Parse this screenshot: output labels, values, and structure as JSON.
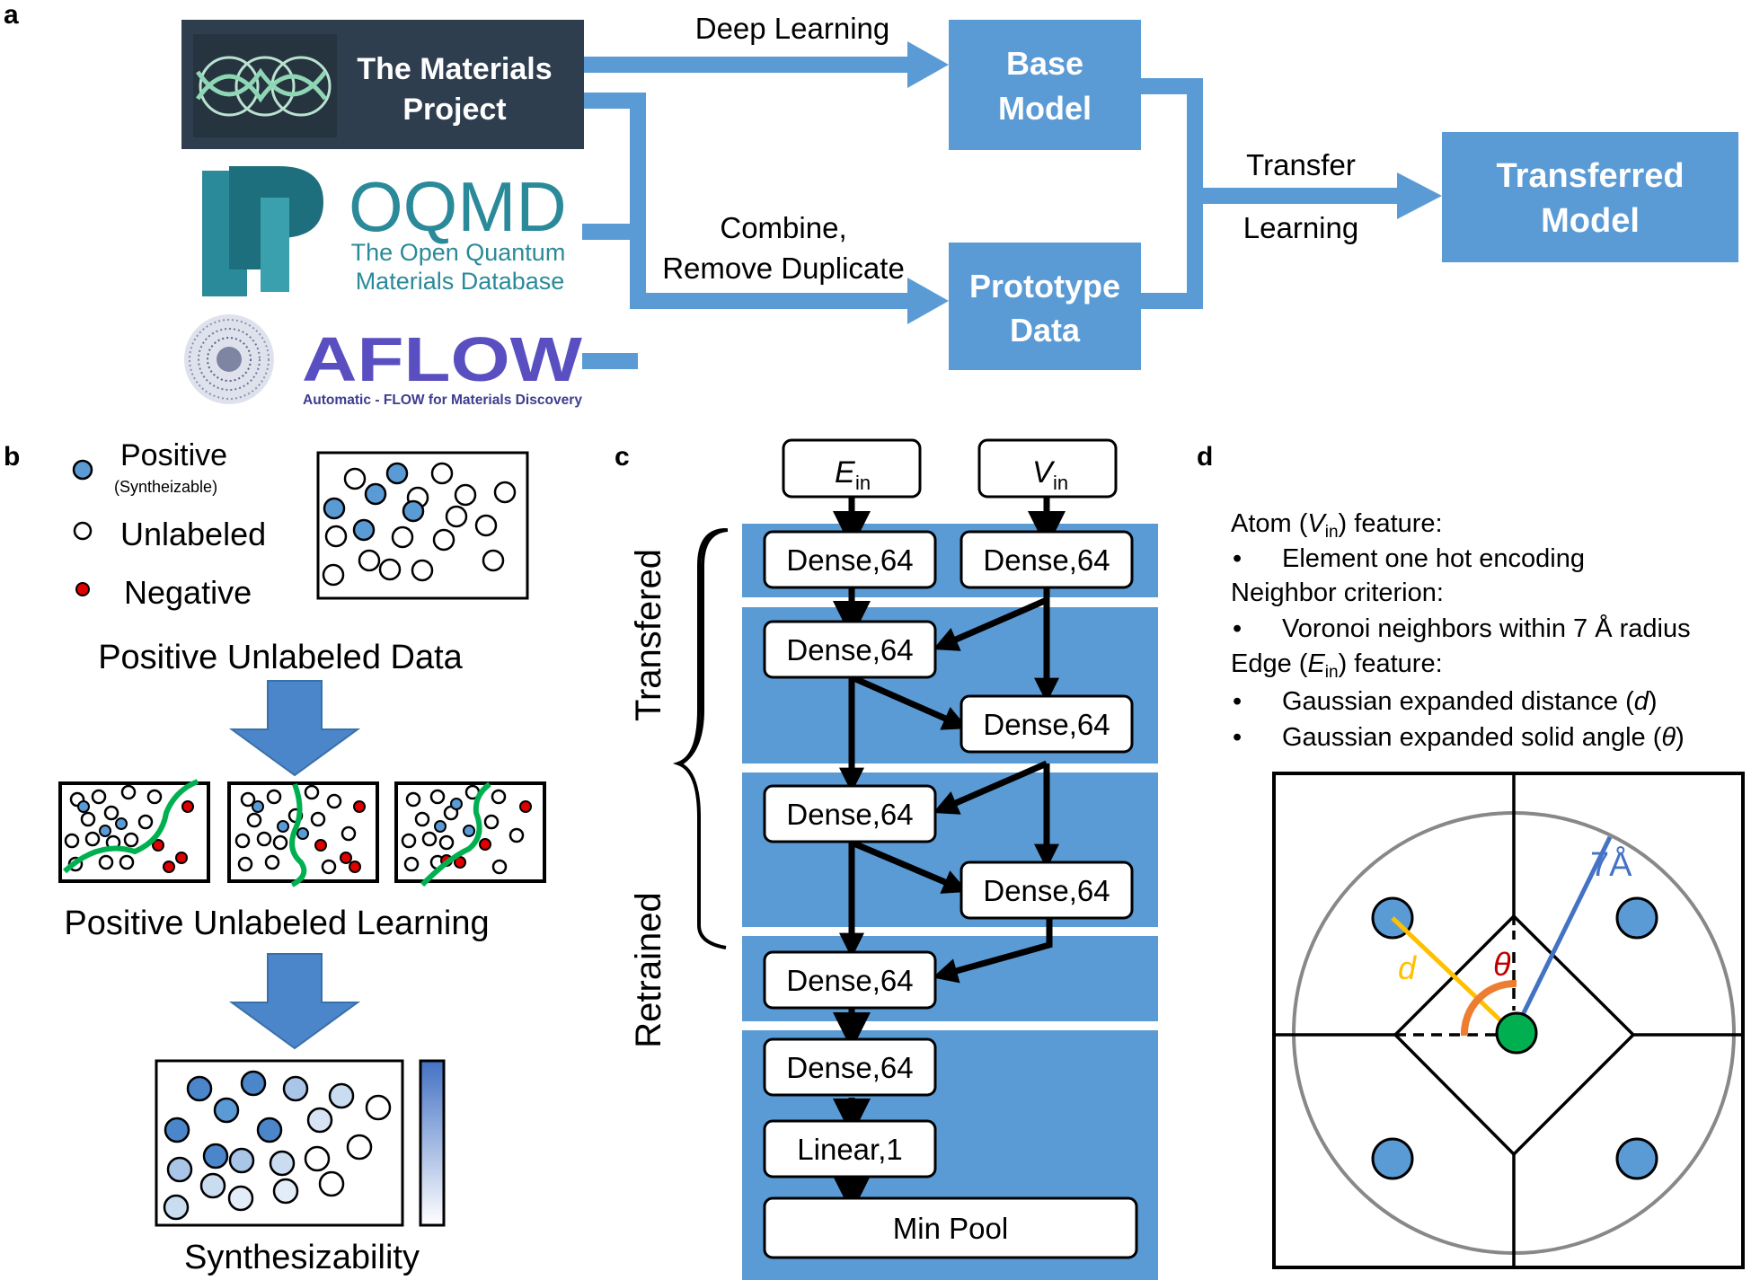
{
  "panels": {
    "a": "a",
    "b": "b",
    "c": "c",
    "d": "d"
  },
  "colors": {
    "blue": "#5b9bd5",
    "dark_blue": "#4472c4",
    "green": "#00b050",
    "orange": "#ed7d31",
    "yellow": "#ffc000",
    "red": "#c00000",
    "mp_bg": "#2e3e4e",
    "oqmd_teal": "#2a8a99",
    "aflow_purple": "#5a4fc0"
  },
  "panel_a": {
    "mp_name_line1": "The Materials",
    "mp_name_line2": "Project",
    "oqmd_name": "OQMD",
    "oqmd_sub_line1": "The Open Quantum",
    "oqmd_sub_line2": "Materials Database",
    "aflow_name": "AFLOW",
    "aflow_sub": "Automatic - FLOW for Materials Discovery",
    "edge_deep": "Deep Learning",
    "edge_combine_line1": "Combine,",
    "edge_combine_line2": "Remove Duplicate",
    "base_line1": "Base",
    "base_line2": "Model",
    "proto_line1": "Prototype",
    "proto_line2": "Data",
    "transfer_line1": "Transfer",
    "transfer_line2": "Learning",
    "transferred_line1": "Transferred",
    "transferred_line2": "Model"
  },
  "panel_b": {
    "legend_positive": "Positive",
    "legend_positive_sub": "(Syntheizable)",
    "legend_unlabeled": "Unlabeled",
    "legend_negative": "Negative",
    "caption_data": "Positive Unlabeled Data",
    "caption_learning": "Positive Unlabeled Learning",
    "caption_synth": "Synthesizability"
  },
  "panel_c": {
    "input_e": "E",
    "input_v": "V",
    "input_sub": "in",
    "dense_label": "Dense,64",
    "linear_label": "Linear,1",
    "pool_label": "Min Pool",
    "brace_top": "Transfered",
    "brace_bottom": "Retrained"
  },
  "panel_d": {
    "atom_a": "Atom (",
    "atom_v": "V",
    "atom_sub": "in",
    "atom_b": ") feature:",
    "atom_item": "Element one hot encoding",
    "neighbor": "Neighbor criterion:",
    "neighbor_item": "Voronoi neighbors within 7 Å radius",
    "edge_a": "Edge (",
    "edge_e": "E",
    "edge_sub": "in",
    "edge_b": ") feature:",
    "edge_item1_a": "Gaussian expanded distance (",
    "edge_item1_var": "d",
    "edge_item1_b": ")",
    "edge_item2_a": "Gaussian expanded solid angle (",
    "edge_item2_var": "θ",
    "edge_item2_b": ")",
    "bullet": "•",
    "radius_label": "7Å",
    "d_label": "d",
    "theta_label": "θ"
  }
}
